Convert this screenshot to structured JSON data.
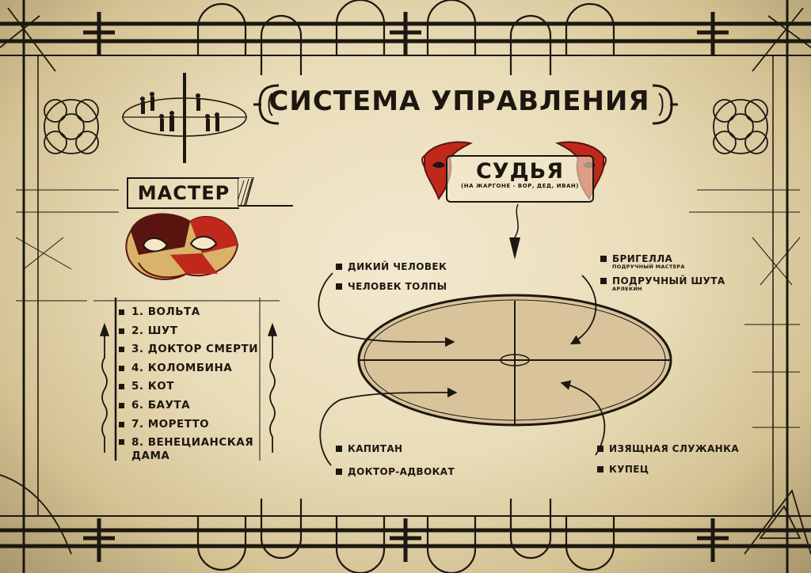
{
  "title": "СИСТЕМА УПРАВЛЕНИЯ",
  "master": {
    "label": "МАСТЕР",
    "masks": [
      "1. ВОЛЬТА",
      "2. ШУТ",
      "3. ДОКТОР СМЕРТИ",
      "4. КОЛОМБИНА",
      "5. КОТ",
      "6. БАУТА",
      "7. МОРЕТТО",
      "8. ВЕНЕЦИАНСКАЯ ДАМА"
    ]
  },
  "judge": {
    "label": "СУДЬЯ",
    "subtitle": "(НА ЖАРГОНЕ - ВОР, ДЕД, ИВАН)"
  },
  "roles": {
    "top_left": [
      "ДИКИЙ ЧЕЛОВЕК",
      "ЧЕЛОВЕК ТОЛПЫ"
    ],
    "top_right": [
      {
        "name": "БРИГЕЛЛА",
        "sub": "ПОДРУЧНЫЙ МАСТЕРА"
      },
      {
        "name": "ПОДРУЧНЫЙ ШУТА",
        "sub": "АРЛЕКИН"
      }
    ],
    "bottom_left": [
      "КАПИТАН",
      "ДОКТОР-АДВОКАТ"
    ],
    "bottom_right": [
      "ИЗЯЩНАЯ СЛУЖАНКА",
      "КУПЕЦ"
    ]
  },
  "colors": {
    "ink": "#1c1710",
    "parchment": "#efe4c6",
    "ellipse_fill": "#d9c39a",
    "mask_red": "#c0281c",
    "mask_dark": "#5a1410",
    "mask_gold": "#d9b36a"
  },
  "icons": [
    "gothic-frame-border",
    "bracket-ornament-icon",
    "crowd-ellipse-icon",
    "venetian-mask-icon",
    "judge-red-mask-icon"
  ]
}
